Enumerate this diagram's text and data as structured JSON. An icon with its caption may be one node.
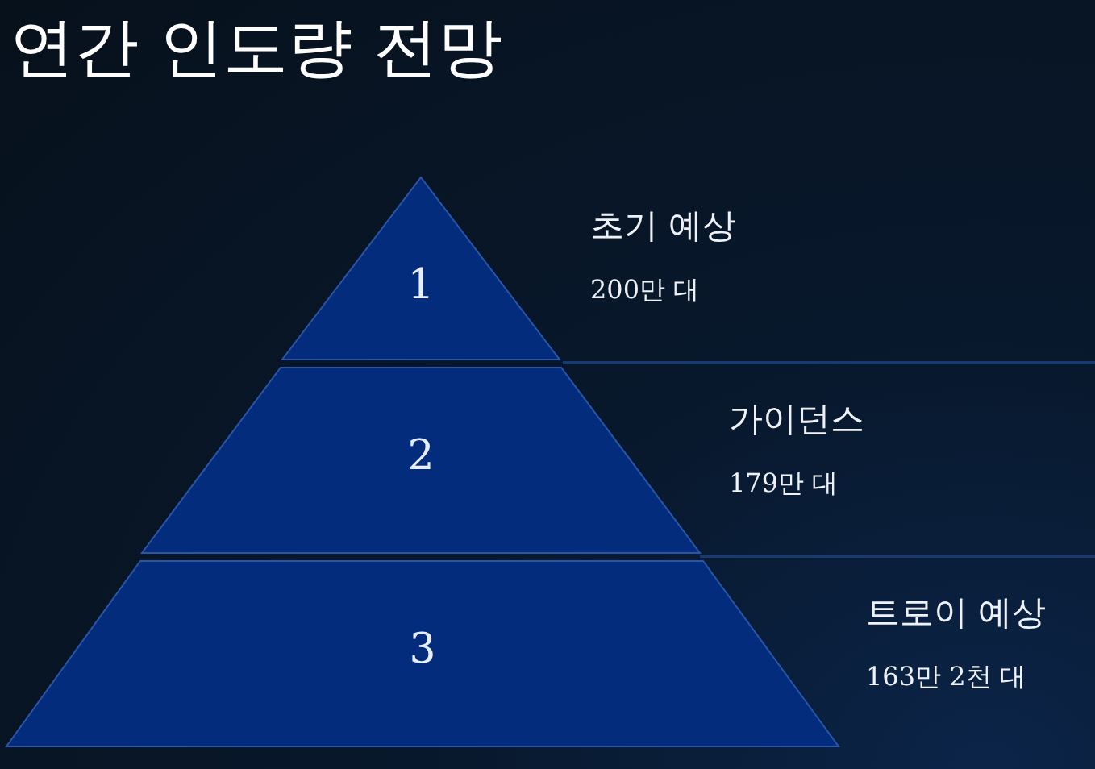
{
  "diagram": {
    "title": "연간 인도량 전망",
    "nodes": [
      {
        "text": [
          "1"
        ],
        "beside": [
          "초기 예상",
          "200만 대"
        ]
      },
      {
        "text": [
          "2"
        ],
        "beside": [
          "가이던스",
          "179만 대"
        ]
      },
      {
        "text": [
          "3"
        ],
        "beside": [
          "트로이 예상",
          "163만 2천 대"
        ]
      }
    ]
  }
}
